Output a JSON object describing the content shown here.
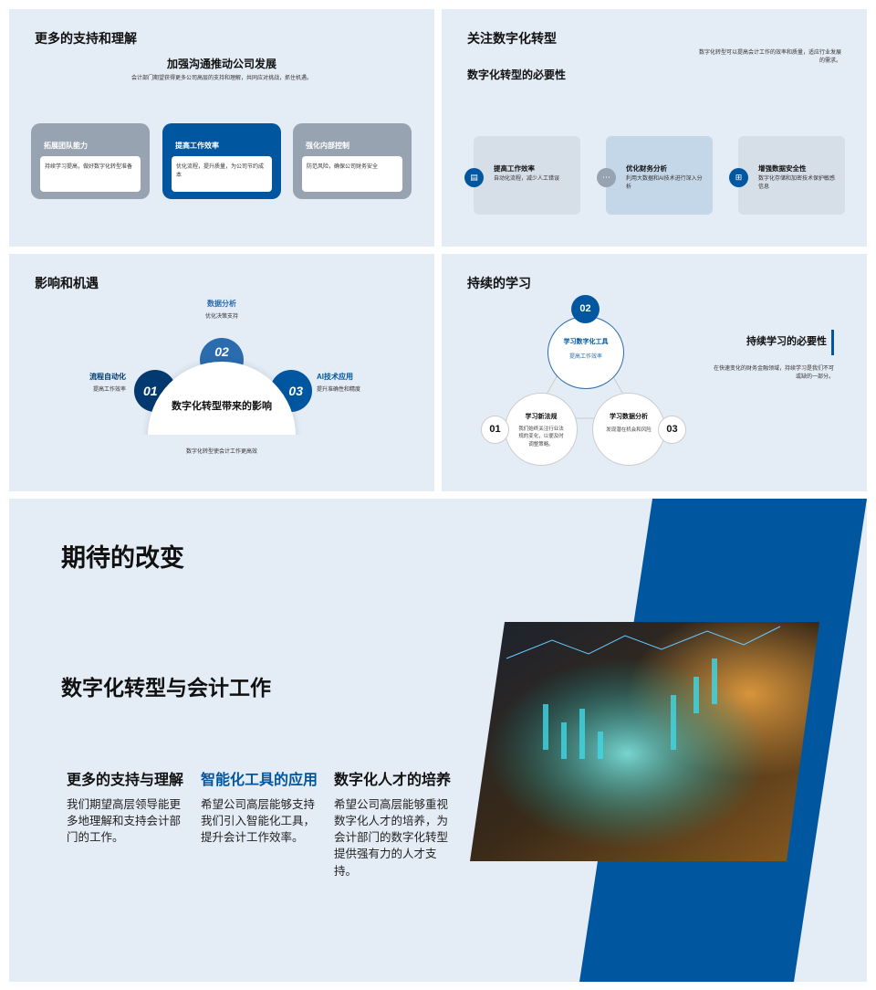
{
  "slide1": {
    "title": "更多的支持和理解",
    "heading": "加强沟通推动公司发展",
    "subtitle": "会计部门期望获得更多公司高层的支持和理解，共同应对挑战，抓住机遇。",
    "cards": [
      {
        "title": "拓展团队能力",
        "text": "持续学习提高，做好数字化转型准备"
      },
      {
        "title": "提高工作效率",
        "text": "优化流程，提升质量，为公司节约成本"
      },
      {
        "title": "强化内部控制",
        "text": "防范风险，确保公司财务安全"
      }
    ]
  },
  "slide2": {
    "title": "关注数字化转型",
    "heading": "数字化转型的必要性",
    "note": "数字化转型可以提高会计工作的效率和质量，适应行业发展的需求。",
    "cards": [
      {
        "title": "提高工作效率",
        "text": "自动化流程，减少人工错误",
        "icon": "document-icon"
      },
      {
        "title": "优化财务分析",
        "text": "利用大数据和AI技术进行深入分析",
        "icon": "chat-icon"
      },
      {
        "title": "增强数据安全性",
        "text": "数字化存储和加密技术保护敏感信息",
        "icon": "network-icon"
      }
    ]
  },
  "slide3": {
    "title": "影响和机遇",
    "center": "数字化转型带来的影响",
    "caption": "数字化转型使会计工作更高效",
    "items": [
      {
        "num": "01",
        "title": "流程自动化",
        "text": "提高工作效率"
      },
      {
        "num": "02",
        "title": "数据分析",
        "text": "优化决策支持"
      },
      {
        "num": "03",
        "title": "AI技术应用",
        "text": "提升准确性和精度"
      }
    ]
  },
  "slide4": {
    "title": "持续的学习",
    "heading": "持续学习的必要性",
    "note": "在快速变化的财务金融领域，持续学习是我们不可或缺的一部分。",
    "items": [
      {
        "num": "01",
        "title": "学习新法规",
        "text": "我们始终关注行业法规的变化，以便及时调整策略。"
      },
      {
        "num": "02",
        "title": "学习数字化工具",
        "text": "提高工作效率"
      },
      {
        "num": "03",
        "title": "学习数据分析",
        "text": "发现潜在机会和风险"
      }
    ]
  },
  "slide5": {
    "title": "期待的改变",
    "heading": "数字化转型与会计工作",
    "columns": [
      {
        "title": "更多的支持与理解",
        "text": "我们期望高层领导能更多地理解和支持会计部门的工作。"
      },
      {
        "title": "智能化工具的应用",
        "text": "希望公司高层能够支持我们引入智能化工具，提升会计工作效率。"
      },
      {
        "title": "数字化人才的培养",
        "text": "希望公司高层能够重视数字化人才的培养，为会计部门的数字化转型提供强有力的人才支持。"
      }
    ]
  },
  "colors": {
    "blue": "#0057a0",
    "dark_blue": "#003a70",
    "gray": "#97a3b1",
    "bg": "#e4ecf5"
  }
}
